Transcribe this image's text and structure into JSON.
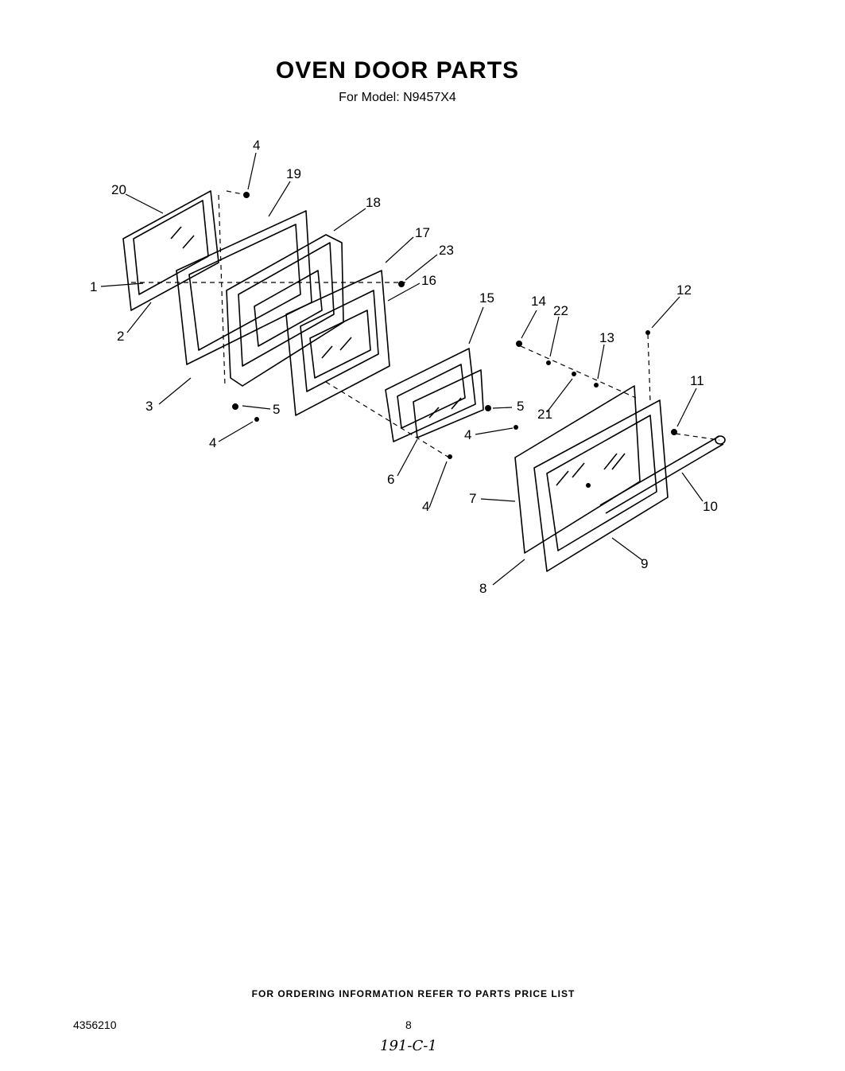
{
  "title": "OVEN DOOR PARTS",
  "subtitle": "For Model: N9457X4",
  "footer": "FOR ORDERING INFORMATION REFER TO PARTS PRICE LIST",
  "doc_number": "4356210",
  "page_number": "8",
  "handwritten_code": "191-C-1",
  "part_labels": [
    "1",
    "2",
    "3",
    "4",
    "4",
    "4",
    "4",
    "4",
    "5",
    "5",
    "6",
    "7",
    "8",
    "9",
    "10",
    "11",
    "12",
    "13",
    "14",
    "15",
    "16",
    "17",
    "18",
    "19",
    "20",
    "21",
    "22",
    "23"
  ]
}
